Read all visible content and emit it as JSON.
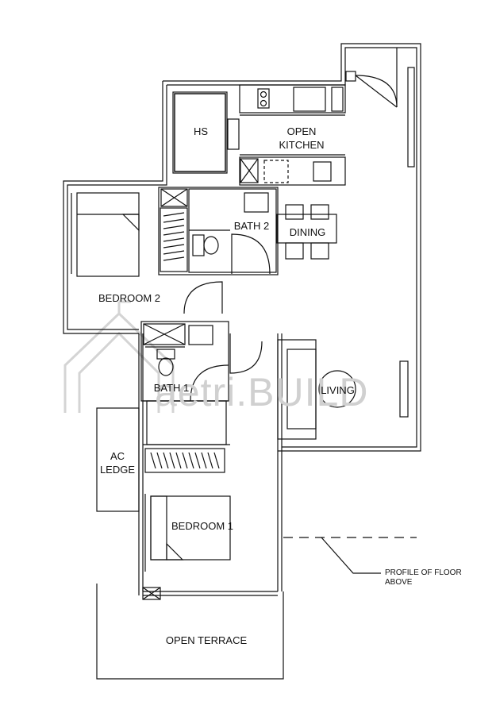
{
  "rooms": {
    "hs": "HS",
    "open_kitchen": "OPEN\nKITCHEN",
    "dining": "DINING",
    "bath2": "BATH 2",
    "bedroom2": "BEDROOM 2",
    "bath1": "BATH 1",
    "living": "LIVING",
    "ac_ledge": "AC\nLEDGE",
    "bedroom1": "BEDROOM 1",
    "open_terrace": "OPEN TERRACE"
  },
  "annotations": {
    "profile_floor_above": "PROFILE OF  FLOOR\nABOVE"
  },
  "watermark": "aetri.BUILD"
}
